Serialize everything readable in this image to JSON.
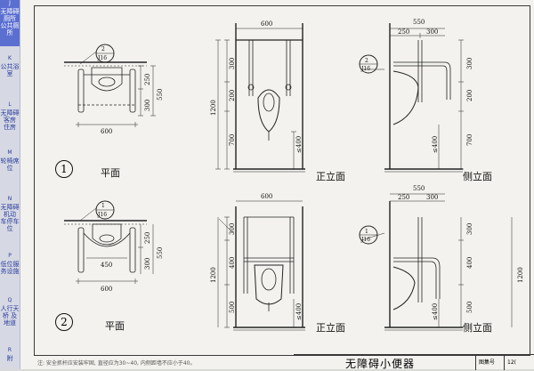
{
  "tabs": [
    {
      "letter": "J",
      "label": "无障碍厕所 公共厕所"
    },
    {
      "letter": "K",
      "label": "公共浴室"
    },
    {
      "letter": "L",
      "label": "无障碍客房 住房"
    },
    {
      "letter": "M",
      "label": "轮椅席位"
    },
    {
      "letter": "N",
      "label": "无障碍机动 车停车位"
    },
    {
      "letter": "P",
      "label": "低位服 务设施"
    },
    {
      "letter": "Q",
      "label": "人行天桥 及地道"
    },
    {
      "letter": "R",
      "label": "附"
    }
  ],
  "diagram1": {
    "number": "1",
    "plan_label": "平面",
    "front_label": "正立面",
    "side_label": "侧立面",
    "ref_top": "2",
    "ref_bottom": "J16",
    "plan_dims": {
      "width": "600",
      "d1": "250",
      "d2": "300",
      "total": "550"
    },
    "front_dims": {
      "width": "600",
      "h1": "300",
      "h2": "200",
      "h3": "700",
      "total": "1200",
      "le": "≤400"
    },
    "side_dims": {
      "width": "550",
      "w1": "250",
      "w2": "300",
      "h1": "300",
      "h2": "200",
      "h3": "700",
      "le": "≤400"
    }
  },
  "diagram2": {
    "number": "2",
    "plan_label": "平面",
    "front_label": "正立面",
    "side_label": "侧立面",
    "ref_top": "1",
    "ref_bottom": "J16",
    "plan_dims": {
      "width": "600",
      "inner": "450",
      "d1": "250",
      "d2": "300",
      "total": "550"
    },
    "front_dims": {
      "width": "600",
      "h1": "300",
      "h2": "400",
      "h3": "500",
      "total": "1200",
      "le": "≤400"
    },
    "side_dims": {
      "width": "550",
      "w1": "250",
      "w2": "300",
      "h1": "300",
      "h2": "400",
      "h3": "500",
      "total": "1200",
      "le": "≤400"
    }
  },
  "title": "无障碍小便器",
  "titlebox": {
    "atlas_label": "图集号",
    "page": "12("
  },
  "note": "注: 安全抓杆应安装牢固, 直径应为30~40, 内侧距墙不应小于40。"
}
